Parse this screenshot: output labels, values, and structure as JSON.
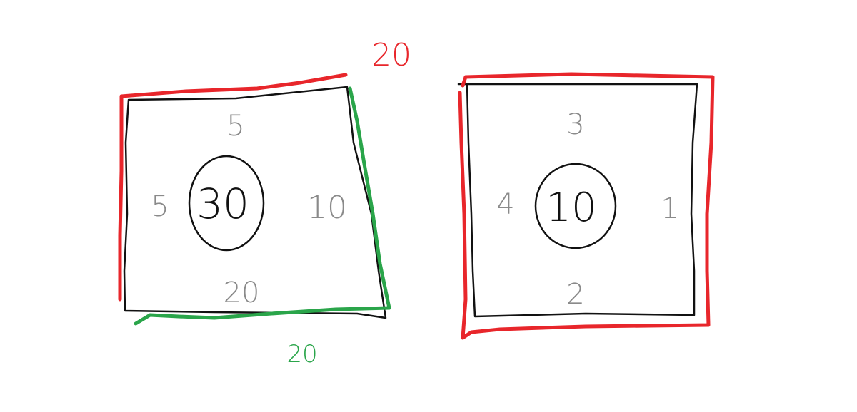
{
  "left_box": {
    "top_value": "5",
    "left_value": "5",
    "right_value": "10",
    "bottom_value": "20",
    "center_value": "30",
    "red_path_label": "20",
    "green_path_label": "20"
  },
  "right_box": {
    "top_value": "3",
    "left_value": "4",
    "right_value": "1",
    "bottom_value": "2",
    "center_value": "10"
  },
  "colors": {
    "box_outline": "#111111",
    "side_labels": "#8a8a8a",
    "red_path": "#e8262b",
    "green_path": "#2aa54a"
  }
}
